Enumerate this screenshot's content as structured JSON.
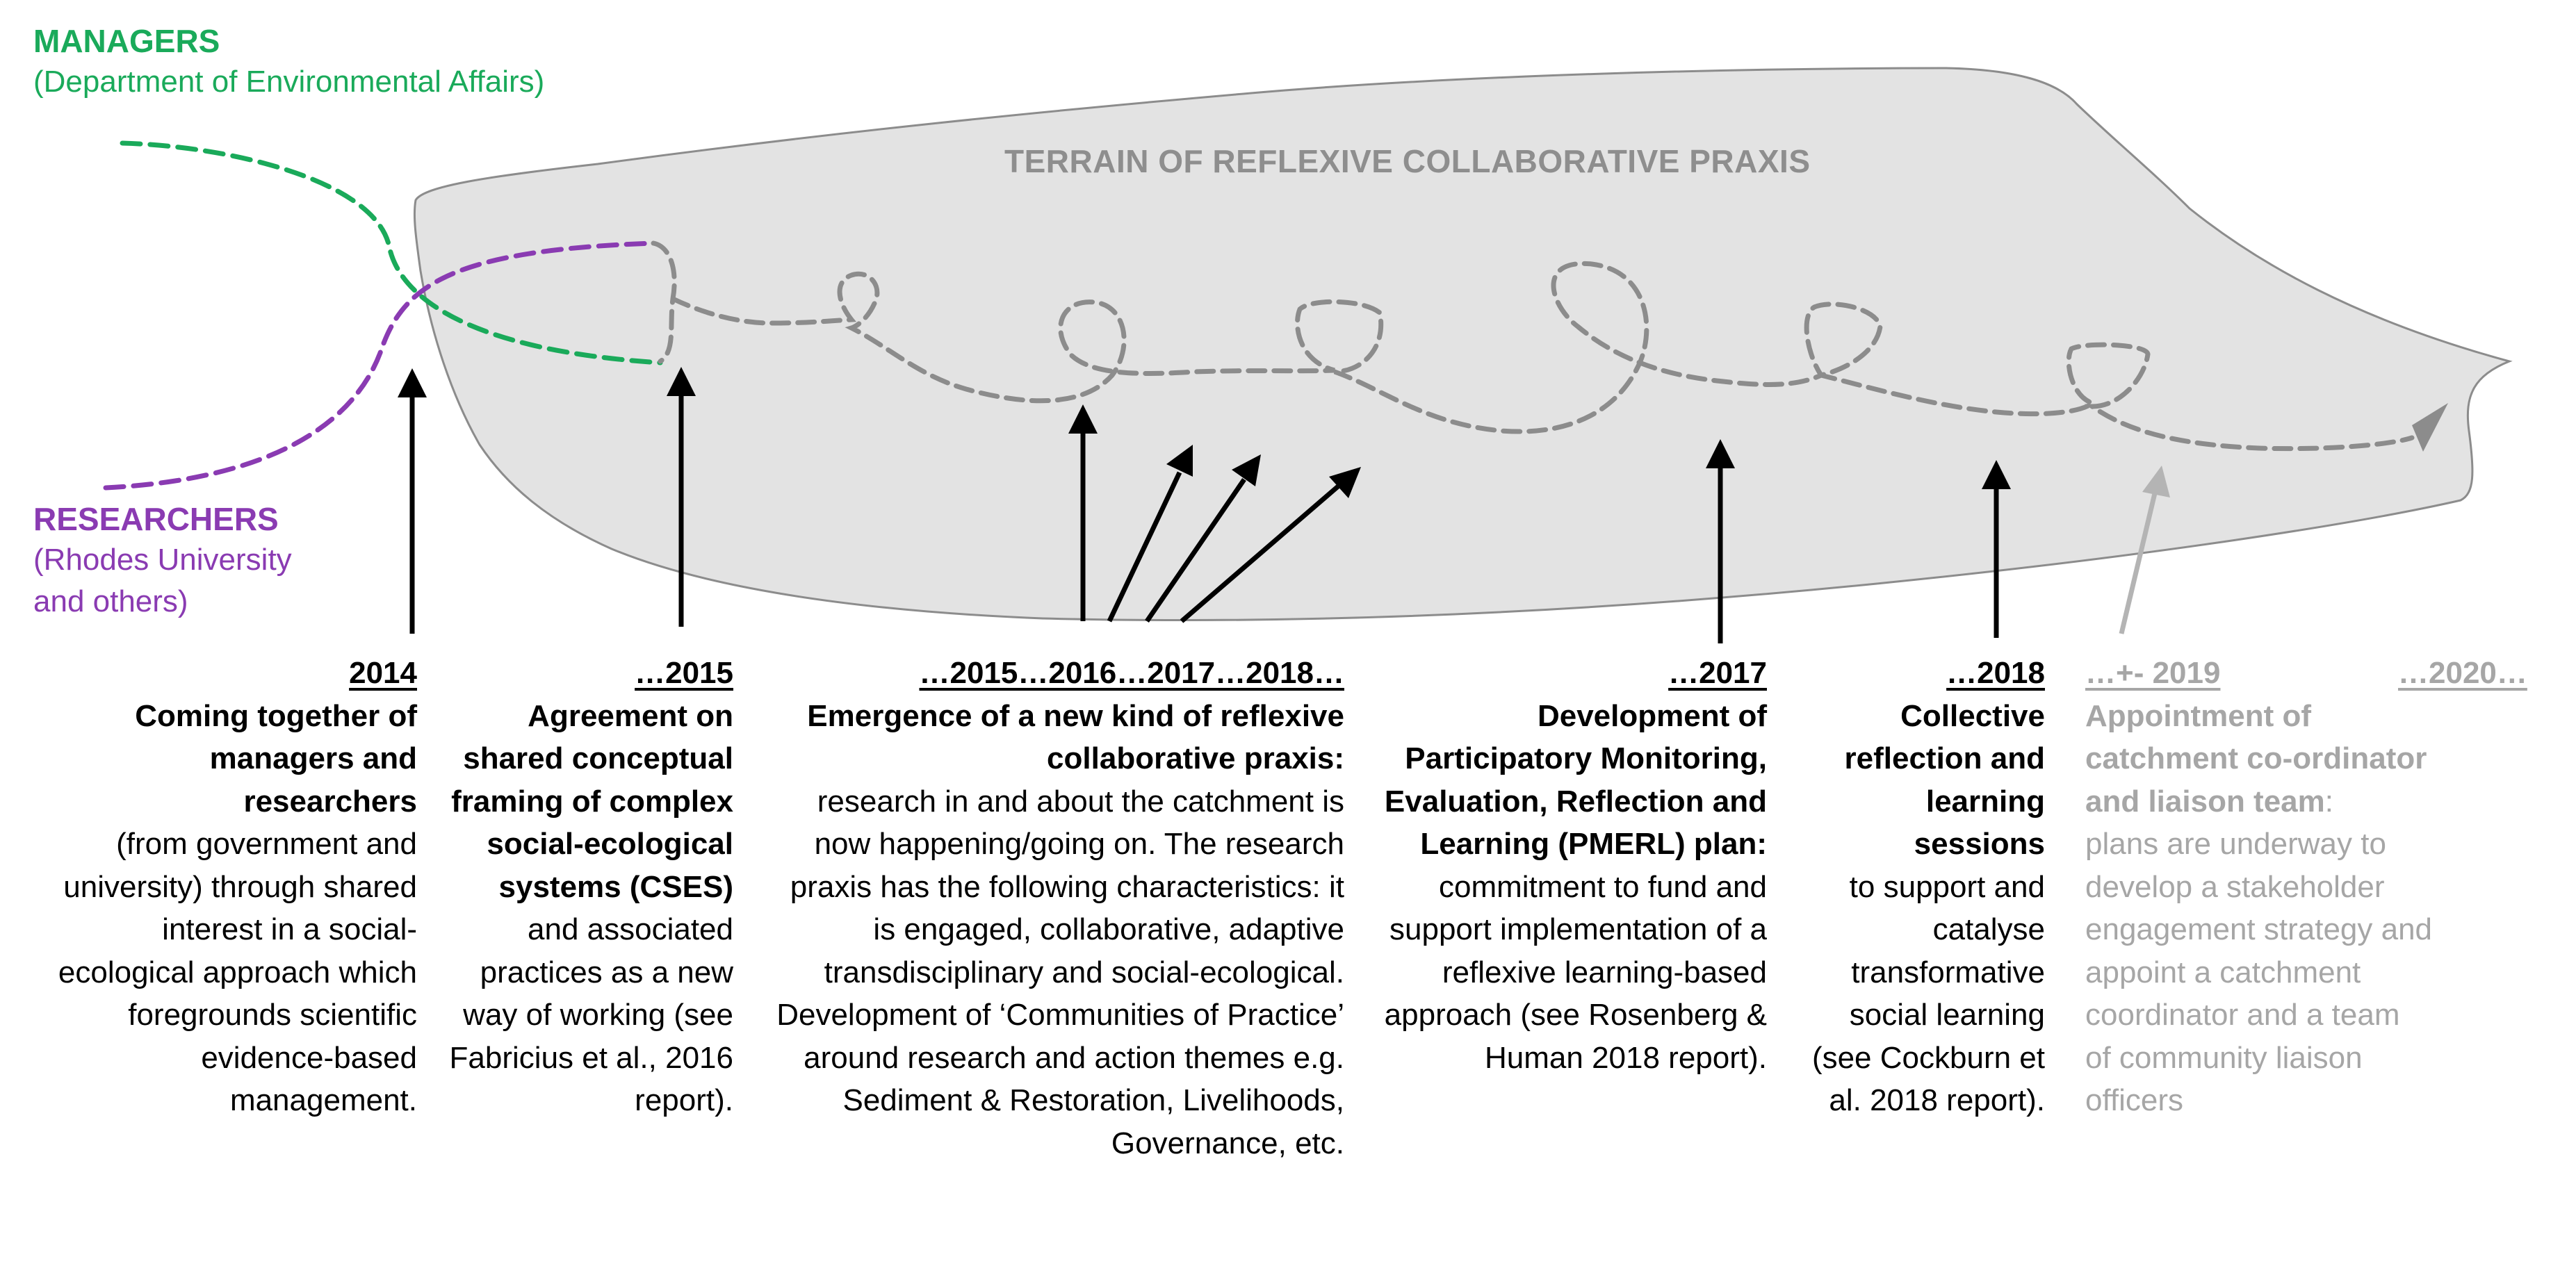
{
  "managers": {
    "title": "MANAGERS",
    "subtitle": "(Department of Environmental Affairs)",
    "color": "#1aaa5a"
  },
  "researchers": {
    "title": "RESEARCHERS",
    "subtitle_line1": "(Rhodes University",
    "subtitle_line2": "and others)",
    "color": "#8a3bb2"
  },
  "terrain": {
    "title": "TERRAIN OF REFLEXIVE COLLABORATIVE PRAXIS",
    "fill": "#e3e3e3"
  },
  "milestones": [
    {
      "year": "2014",
      "heading": "Coming together of managers and researchers",
      "body": "(from government and university) through shared interest in a social-ecological approach which foregrounds scientific evidence-based management."
    },
    {
      "year": "…2015",
      "heading": "Agreement on shared conceptual framing of complex social-ecological systems (CSES)",
      "body": "and associated practices as a new way of working (see Fabricius et al., 2016 report)."
    },
    {
      "year": "…2015…2016…2017…2018…",
      "heading": "Emergence of a new kind of reflexive collaborative praxis:",
      "body": "research in and about the catchment is now happening/going on. The research praxis has the following characteristics: it is engaged, collaborative, adaptive transdisciplinary and social-ecological.",
      "body2": "Development of ‘Communities of Practice’ around research and action themes e.g. Sediment & Restoration, Livelihoods, Governance, etc."
    },
    {
      "year": "…2017",
      "heading": "Development of Participatory Monitoring, Evaluation, Reflection and Learning (PMERL) plan:",
      "body": "commitment to fund and support implementation of a reflexive learning-based approach (see Rosenberg & Human 2018 report)."
    },
    {
      "year": "…2018",
      "heading": "Collective reflection and learning sessions",
      "body": "to support and catalyse transformative social learning (see Cockburn et al. 2018 report)."
    },
    {
      "year": "…+- 2019",
      "heading": "Appointment of catchment co-ordinator and liaison team",
      "colon": ":",
      "body": "plans are underway to develop a stakeholder engagement strategy and appoint a catchment coordinator and a team of community liaison officers"
    },
    {
      "year": "…2020…"
    }
  ]
}
